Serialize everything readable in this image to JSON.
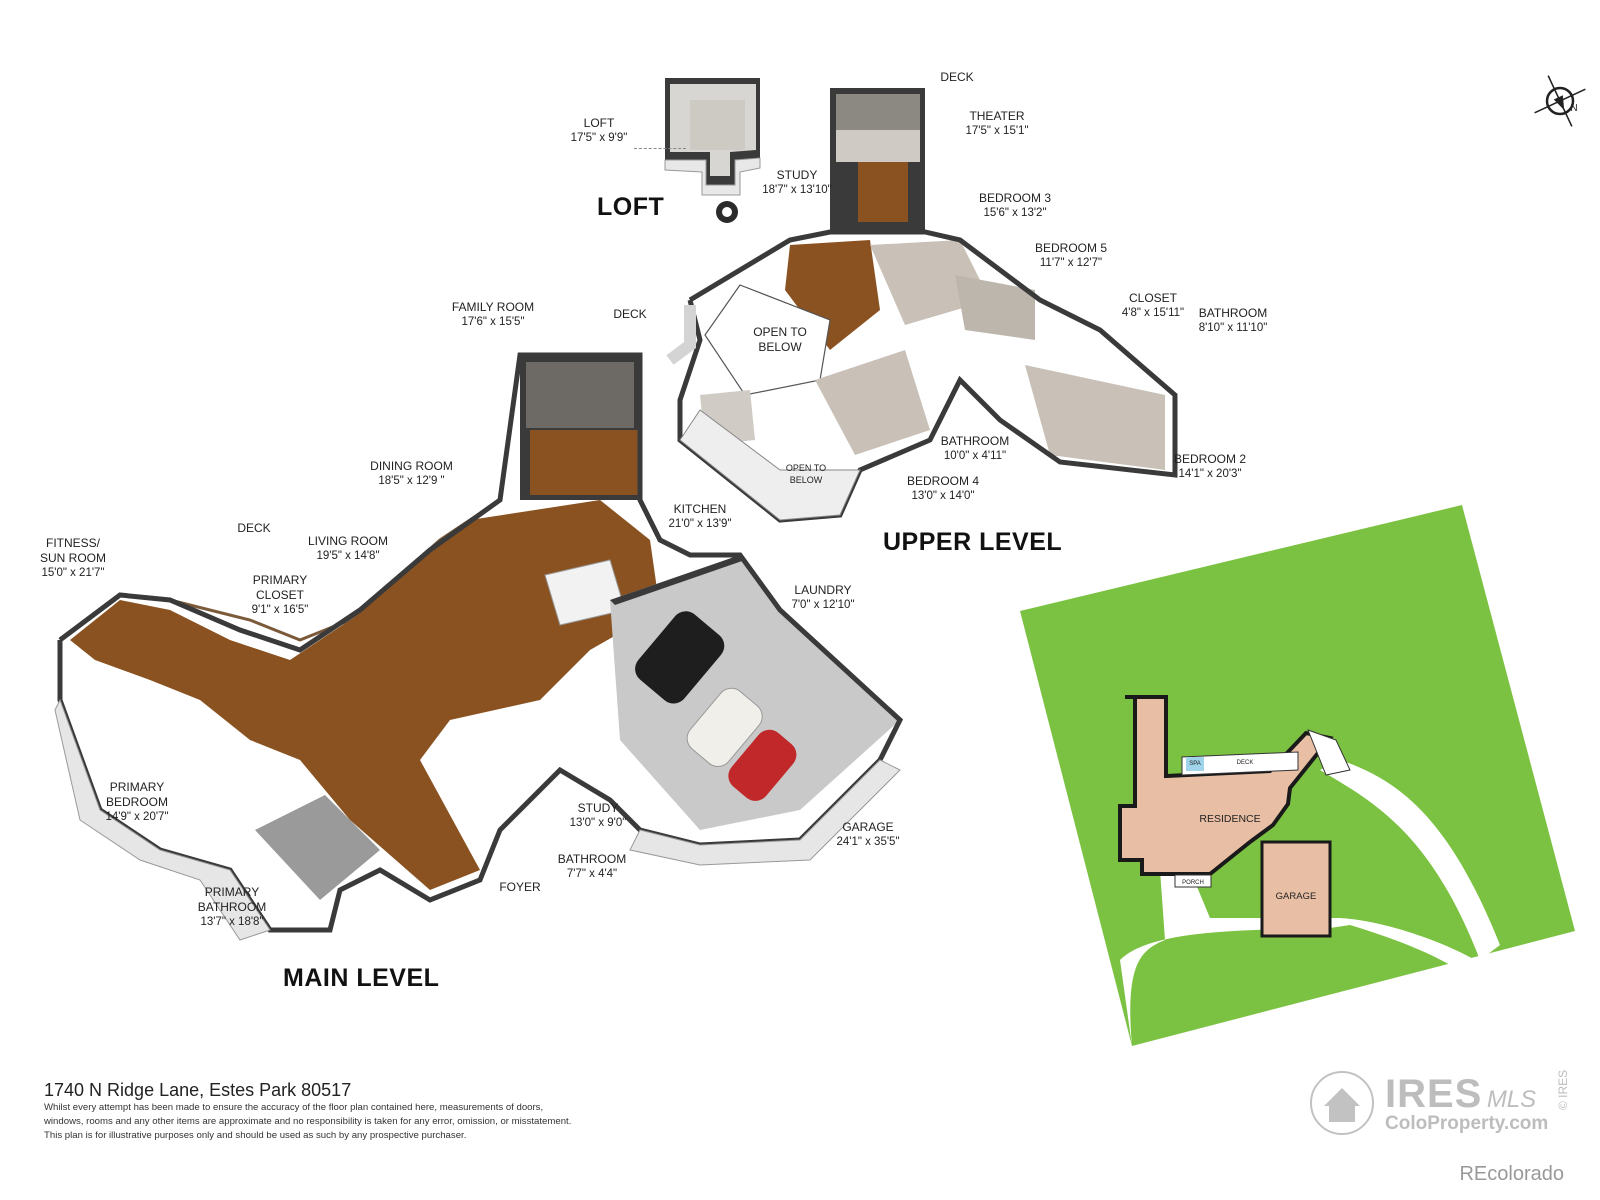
{
  "levels": {
    "loft": "LOFT",
    "upper": "UPPER LEVEL",
    "main": "MAIN LEVEL"
  },
  "rooms": {
    "loft": {
      "name": "LOFT",
      "dim": "17'5\" x 9'9\""
    },
    "upper_deck": {
      "name": "DECK"
    },
    "theater": {
      "name": "THEATER",
      "dim": "17'5\" x 15'1\""
    },
    "upper_study": {
      "name": "STUDY",
      "dim": "18'7\" x 13'10\""
    },
    "bedroom3": {
      "name": "BEDROOM 3",
      "dim": "15'6\" x 13'2\""
    },
    "bedroom5": {
      "name": "BEDROOM 5",
      "dim": "11'7\" x 12'7\""
    },
    "closet": {
      "name": "CLOSET",
      "dim": "4'8\" x 15'11\""
    },
    "upper_bathroom": {
      "name": "BATHROOM",
      "dim": "8'10\" x 11'10\""
    },
    "open_below_1": {
      "line1": "OPEN TO",
      "line2": "BELOW"
    },
    "open_below_2": {
      "line1": "OPEN TO",
      "line2": "BELOW"
    },
    "bathroom_10": {
      "name": "BATHROOM",
      "dim": "10'0\" x 4'11\""
    },
    "bedroom4": {
      "name": "BEDROOM 4",
      "dim": "13'0\" x 14'0\""
    },
    "bedroom2": {
      "name": "BEDROOM 2",
      "dim": "14'1\" x 20'3\""
    },
    "family_room": {
      "name": "FAMILY ROOM",
      "dim": "17'6\" x 15'5\""
    },
    "main_deck_right": {
      "name": "DECK"
    },
    "dining_room": {
      "name": "DINING ROOM",
      "dim": "18'5\" x 12'9 \""
    },
    "kitchen": {
      "name": "KITCHEN",
      "dim": "21'0\" x 13'9\""
    },
    "main_deck_left": {
      "name": "DECK"
    },
    "living_room": {
      "name": "LIVING ROOM",
      "dim": "19'5\" x 14'8\""
    },
    "fitness": {
      "name1": "FITNESS/",
      "name2": "SUN ROOM",
      "dim": "15'0\" x 21'7\""
    },
    "primary_closet": {
      "name1": "PRIMARY",
      "name2": "CLOSET",
      "dim": "9'1\" x 16'5\""
    },
    "laundry": {
      "name": "LAUNDRY",
      "dim": "7'0\" x 12'10\""
    },
    "primary_bedroom": {
      "name1": "PRIMARY",
      "name2": "BEDROOM",
      "dim": "14'9\" x 20'7\""
    },
    "main_study": {
      "name": "STUDY",
      "dim": "13'0\" x 9'0\""
    },
    "garage": {
      "name": "GARAGE",
      "dim": "24'1\" x 35'5\""
    },
    "main_bathroom": {
      "name": "BATHROOM",
      "dim": "7'7\" x 4'4\""
    },
    "foyer": {
      "name": "FOYER"
    },
    "primary_bathroom": {
      "name1": "PRIMARY",
      "name2": "BATHROOM",
      "dim": "13'7\" x 18'8\""
    }
  },
  "site_plan": {
    "residence": "RESIDENCE",
    "garage": "GARAGE",
    "deck": "DECK",
    "spa": "SPA",
    "porch": "PORCH",
    "compass_n": "N"
  },
  "footer": {
    "address": "1740 N Ridge Lane, Estes Park 80517",
    "disclaimer_1": "Whilst every attempt has been made to ensure the accuracy of the floor plan contained here, measurements of doors,",
    "disclaimer_2": "windows, rooms and any other items are approximate and no responsibility is taken for any error, omission, or misstatement.",
    "disclaimer_3": "This plan is for illustrative purposes only and should be used as such by any prospective purchaser.",
    "credit": "REcolorado"
  },
  "watermark": {
    "brand": "IRES",
    "mls": "MLS",
    "site": "ColoProperty.com",
    "side": "© IRES"
  },
  "colors": {
    "wood_floor": "#8a5220",
    "wall_gray": "#d4d4d4",
    "wall_dark": "#3a3a3a",
    "lawn_green": "#7cc242",
    "residence_fill": "#e8bfa5",
    "garage_floor": "#c9c9c9"
  }
}
